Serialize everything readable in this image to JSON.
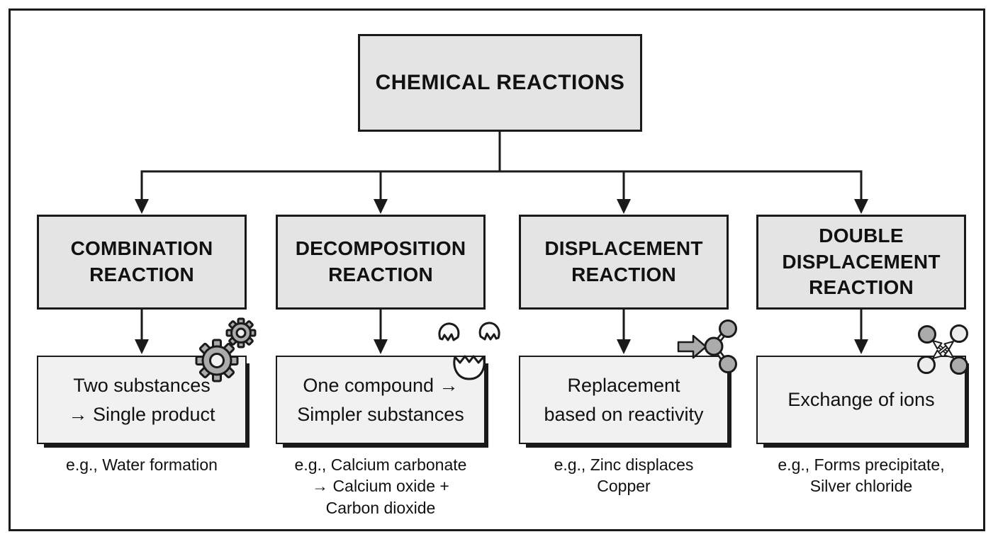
{
  "diagram": {
    "title": "CHEMICAL REACTIONS",
    "branches": [
      {
        "name": "COMBINATION\nREACTION",
        "description": "Two substances\n→ Single product",
        "example": "e.g., Water formation",
        "icon": "gears-icon"
      },
      {
        "name": "DECOMPOSITION\nREACTION",
        "description": "One compound →\nSimpler substances",
        "example": "e.g., Calcium carbonate\n→ Calcium oxide +\nCarbon dioxide",
        "icon": "cracked-egg-icon"
      },
      {
        "name": "DISPLACEMENT\nREACTION",
        "description": "Replacement\nbased on reactivity",
        "example": "e.g., Zinc displaces\nCopper",
        "icon": "arrow-molecule-icon"
      },
      {
        "name": "DOUBLE\nDISPLACEMENT\nREACTION",
        "description": "Exchange of ions",
        "example": "e.g., Forms precipitate,\nSilver chloride",
        "icon": "ion-exchange-icon"
      }
    ]
  },
  "colors": {
    "border": "#1a1a1a",
    "box-fill": "#e4e4e4",
    "desc-fill": "#f1f1f1",
    "icon-gray": "#ababab",
    "icon-light": "#ececec",
    "bg": "#ffffff"
  }
}
